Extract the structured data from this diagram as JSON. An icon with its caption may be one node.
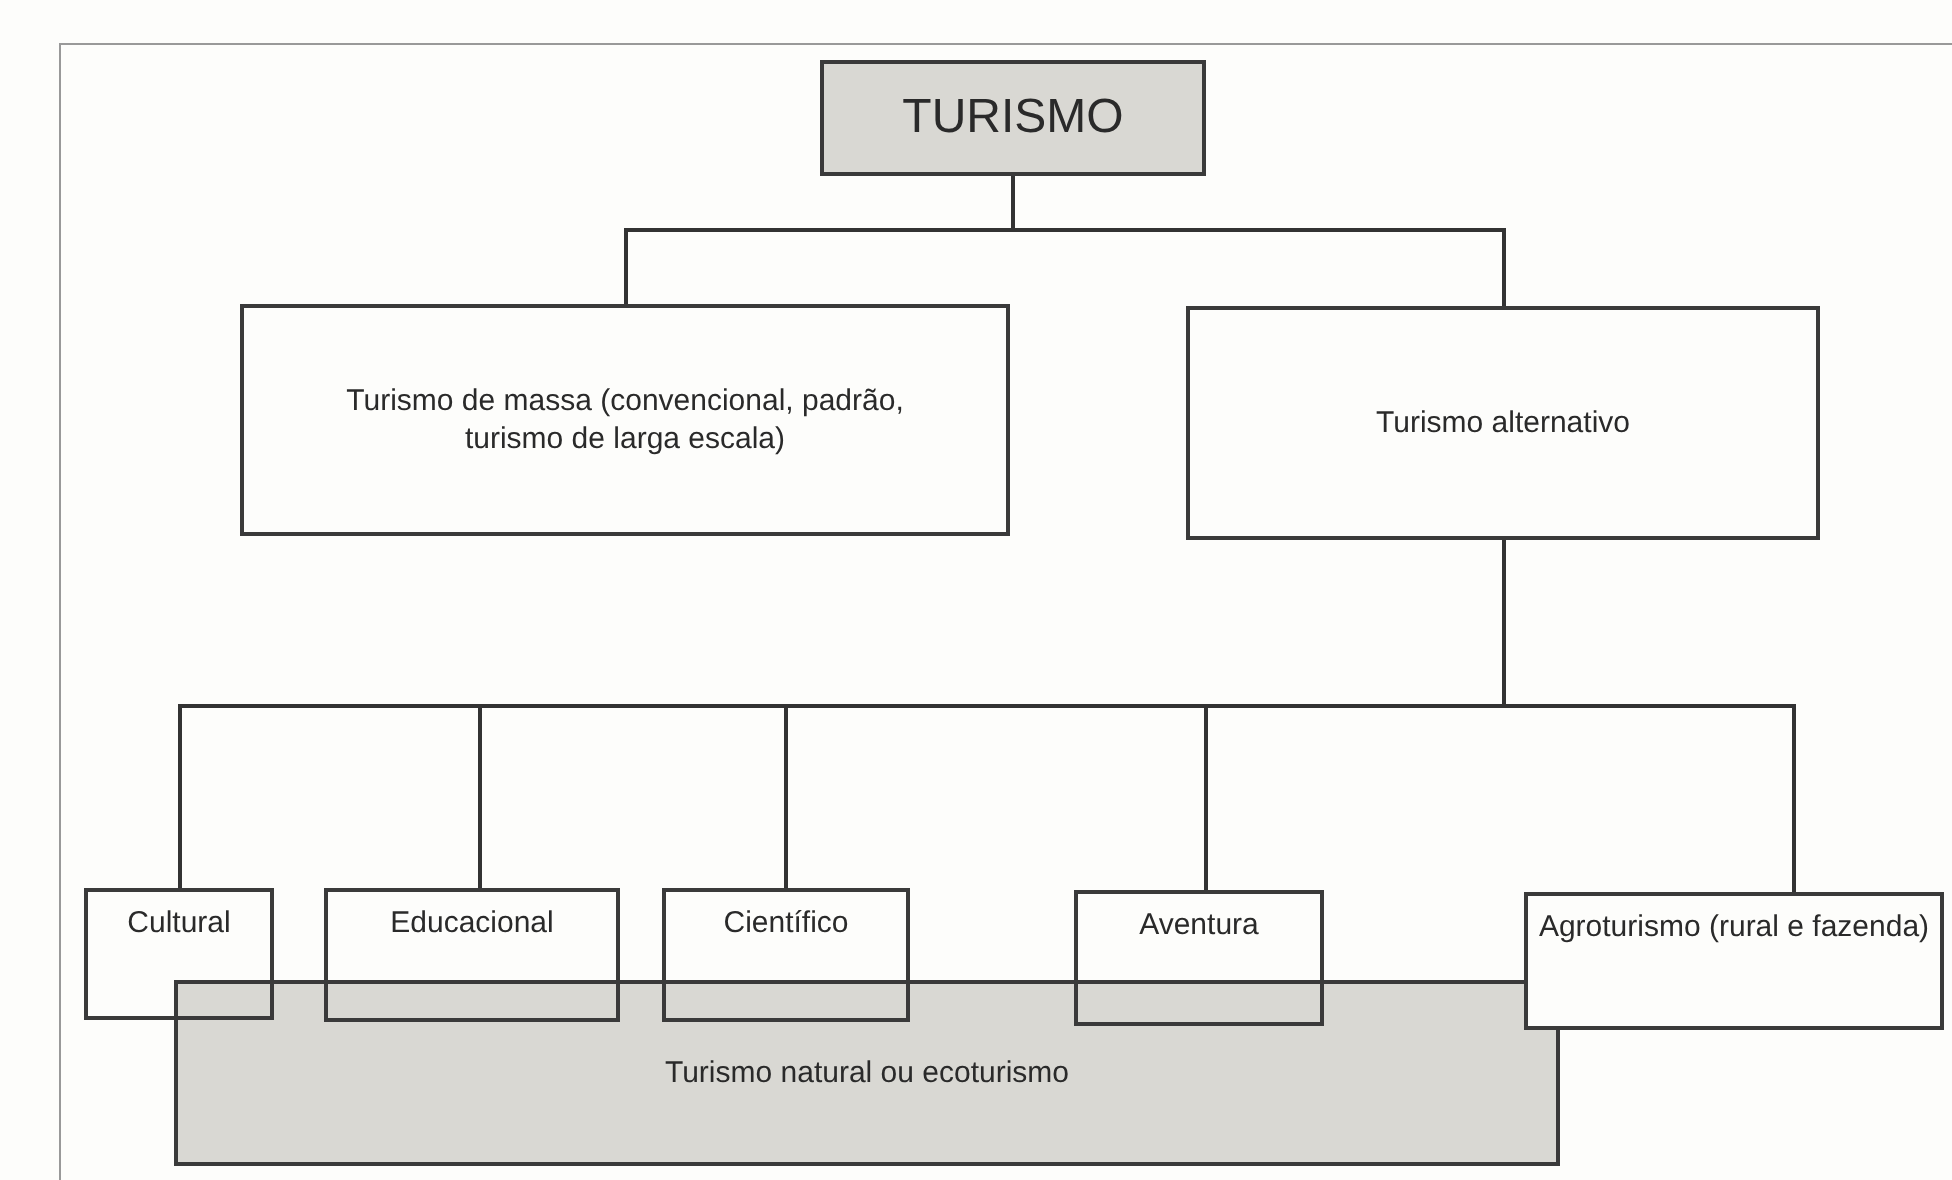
{
  "diagram": {
    "nodes": [
      {
        "text": [
          "TURISMO"
        ]
      },
      {
        "text": [
          "Turismo de massa (convencional, padrão, turismo de larga escala)"
        ]
      },
      {
        "text": [
          "Turismo alternativo"
        ]
      },
      {
        "text": [
          "Cultural"
        ]
      },
      {
        "text": [
          "Educacional"
        ]
      },
      {
        "text": [
          "Científico"
        ]
      },
      {
        "text": [
          "Aventura"
        ]
      },
      {
        "text": [
          "Agroturismo (rural e fazenda)"
        ]
      },
      {
        "text": [
          "Turismo natural ou ecoturismo"
        ]
      }
    ],
    "edges": [
      {
        "from": 0,
        "to": 1,
        "arrow": "none"
      },
      {
        "from": 0,
        "to": 2,
        "arrow": "none"
      },
      {
        "from": 2,
        "to": 3,
        "arrow": "none"
      },
      {
        "from": 2,
        "to": 4,
        "arrow": "none"
      },
      {
        "from": 2,
        "to": 5,
        "arrow": "none"
      },
      {
        "from": 2,
        "to": 6,
        "arrow": "none"
      },
      {
        "from": 2,
        "to": 7,
        "arrow": "none"
      }
    ]
  }
}
